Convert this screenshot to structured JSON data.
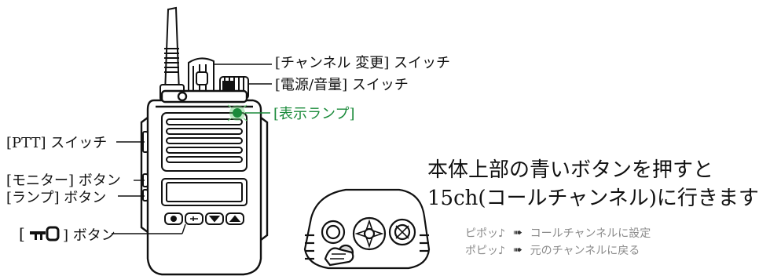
{
  "labels": {
    "channel_switch": "[チャンネル 変更] スイッチ",
    "power_volume_switch": "[電源/音量] スイッチ",
    "indicator_lamp": "[表示ランプ]",
    "ptt_switch": "[PTT] スイッチ",
    "monitor_button": "[モニター] ボタン",
    "lamp_button": "[ランプ] ボタン",
    "key_button_left": "[",
    "key_button_right": "] ボタン"
  },
  "callout": {
    "line1": "本体上部の青いボタンを押すと",
    "line2": "15ch(コールチャンネル)に行きます"
  },
  "beeps": [
    {
      "sound": "ピポッ♪",
      "arrow": "➠",
      "meaning": "コールチャンネルに設定"
    },
    {
      "sound": "ポピッ♪",
      "arrow": "➠",
      "meaning": "元のチャンネルに戻る"
    }
  ],
  "colors": {
    "lamp_green": "#1a8a3a",
    "lamp_glow": "#6cd07a",
    "line": "#111111",
    "note_gray": "#8a8a8a"
  }
}
